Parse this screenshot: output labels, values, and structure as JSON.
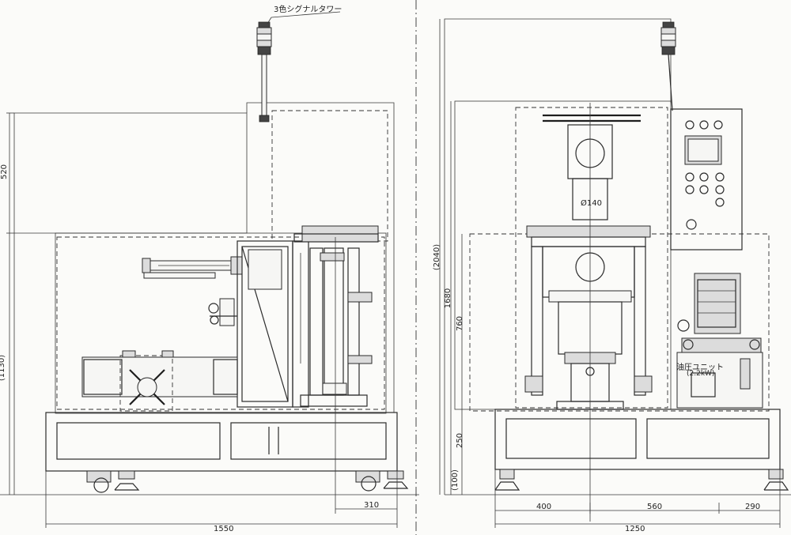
{
  "labels": {
    "signal_tower": "3色シグナルタワー",
    "hydraulic_unit": "油圧ユニット",
    "hydraulic_unit_power": "(2.2kW)",
    "diameter": "Ø140"
  },
  "dimensions": {
    "left_total_width": "1550",
    "left_offset": "310",
    "right_total_width": "1250",
    "right_seg_1": "400",
    "right_seg_2": "560",
    "right_seg_3": "290",
    "height_520": "520",
    "height_1130": "(1130)",
    "height_2040": "(2040)",
    "height_1680": "1680",
    "height_760": "760",
    "height_250": "250",
    "height_100": "(100)"
  }
}
